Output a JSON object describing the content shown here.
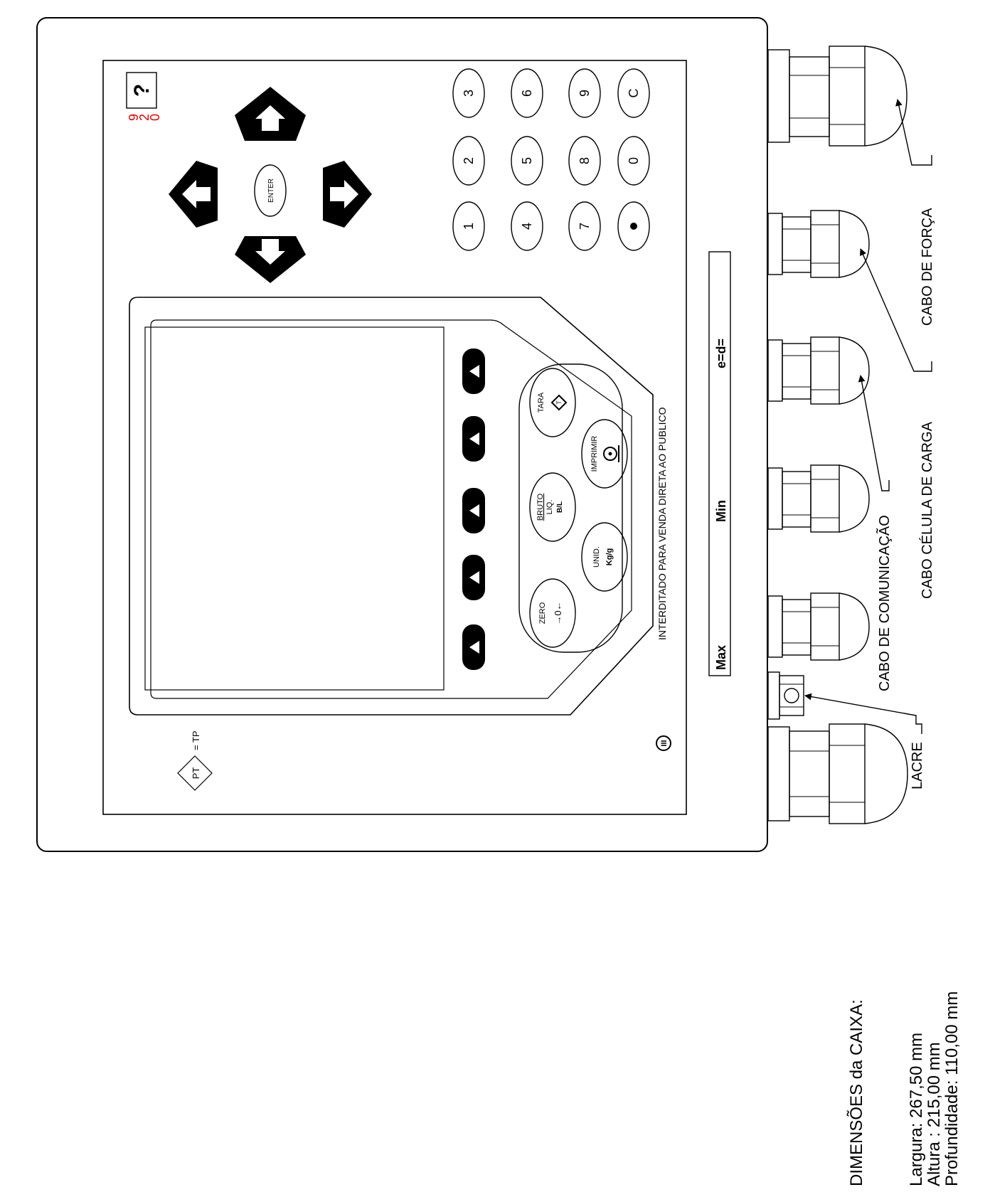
{
  "notice": "INTERDITADO PARA VENDA DIRETA AO PUBLICO",
  "plate": {
    "max": "Max",
    "min": "Min",
    "e": "e=d="
  },
  "class_badge": "III",
  "pt_mark": {
    "symbol": "PT",
    "suffix": "= TP"
  },
  "sticker_digits": [
    "9",
    "2",
    "0"
  ],
  "sticker_digit_color": "#e00000",
  "function_keys": {
    "zero": "ZERO",
    "unid": "UNID.",
    "kg": "Kg/g",
    "bruto": "BRUTO",
    "liq": "LIQ.",
    "bl": "B/L",
    "imprimir": "IMPRIMIR",
    "tara": "TARA",
    "t_symbol": "T"
  },
  "enter_label": "ENTER",
  "numpad": [
    "1",
    "2",
    "3",
    "4",
    "5",
    "6",
    "7",
    "8",
    "9",
    "0",
    "C"
  ],
  "callouts": {
    "lacre": "LACRE",
    "comunicacao": "CABO DE COMUNICAÇÃO",
    "celula": "CABO CÉLULA DE CARGA",
    "forca": "CABO DE FORÇA"
  },
  "dimensions": {
    "title": "DIMENSÕES da CAIXA:",
    "largura": "Largura: 267,50 mm",
    "altura": "Altura : 215,00 mm",
    "profundidade": "Profundidade: 110,00 mm"
  }
}
